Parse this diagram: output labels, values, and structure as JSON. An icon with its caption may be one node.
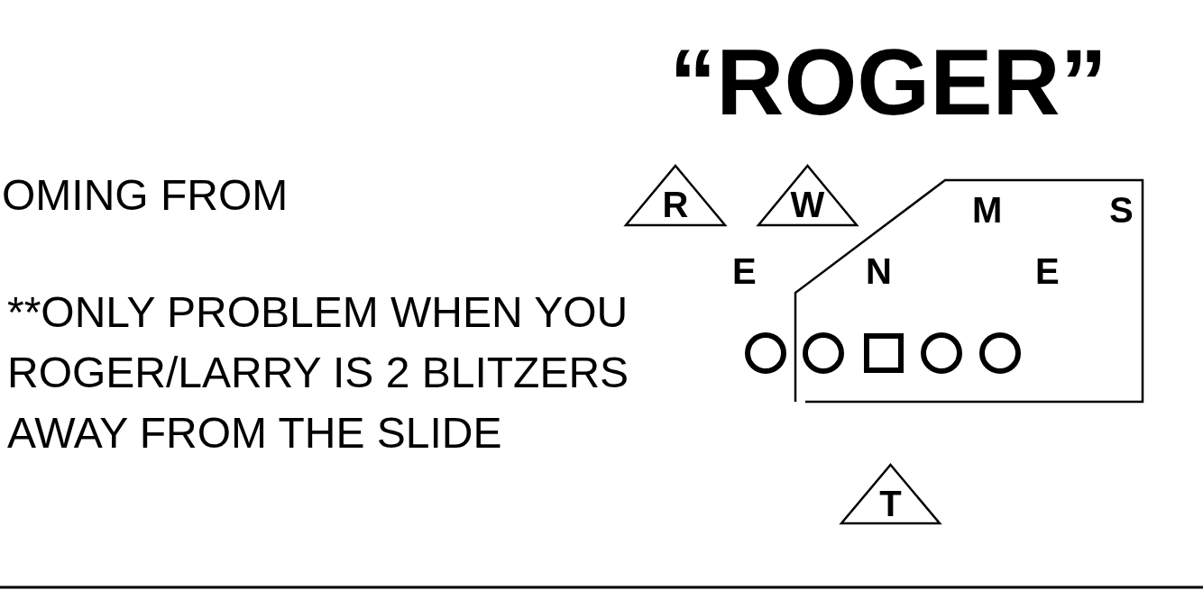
{
  "diagram": {
    "title": "“ROGER”",
    "nodes": [
      {
        "text": [
          "R"
        ]
      },
      {
        "text": [
          "W"
        ]
      },
      {
        "text": [],
        "shape": "circle"
      },
      {
        "text": [],
        "shape": "circle"
      },
      {
        "text": [],
        "shape": "box"
      },
      {
        "text": [],
        "shape": "circle"
      },
      {
        "text": [],
        "shape": "circle"
      },
      {
        "text": [
          "T"
        ]
      }
    ],
    "labels": [
      "OMING FROM",
      "M",
      "S",
      "E",
      "N",
      "E",
      "**ONLY PROBLEM WHEN YOU ROGER/LARRY IS 2 BLITZERS AWAY FROM THE SLIDE"
    ]
  }
}
